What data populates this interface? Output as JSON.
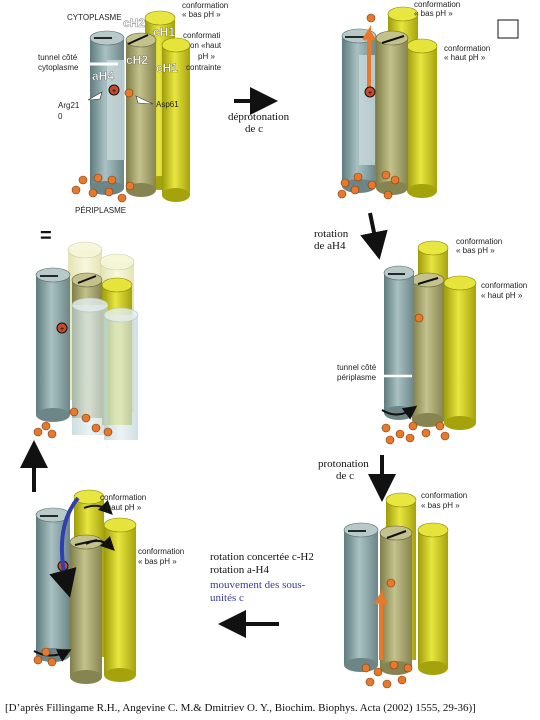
{
  "panel1": {
    "cytoplasme": "CYTOPLASME",
    "ch2_top": "cH2",
    "ch1_top": "cH1",
    "conf_bas1": "conformation",
    "conf_bas2": "« bas pH »",
    "conf_haut1": "conformati",
    "conf_haut2": "on «haut",
    "conf_haut3": "pH »",
    "conf_haut4": "contrainte",
    "tunnel1": "tunnel côté",
    "tunnel2": "cytoplasme",
    "ch2_mid": "cH2",
    "ch1_mid": "cH1",
    "ah4": "aH4",
    "arg1": "Arg21",
    "arg2": "0",
    "asp": "Asp61",
    "periplasme": "PÉRIPLASME"
  },
  "panel2": {
    "conf_bas1": "conformation",
    "conf_bas2": "« bas pH »",
    "conf_haut1": "conformation",
    "conf_haut2": "« haut pH »"
  },
  "panel3": {
    "conf_bas1": "conformation",
    "conf_bas2": "« bas pH »",
    "conf_haut1": "conformation",
    "conf_haut2": "« haut pH »",
    "tunnel1": "tunnel côté",
    "tunnel2": "périplasme"
  },
  "panel4": {
    "conf_bas1": "conformation",
    "conf_bas2": "« bas pH »"
  },
  "panel5": {
    "conf_haut1": "conformation",
    "conf_haut2": "« haut pH »",
    "conf_bas1": "conformation",
    "conf_bas2": "« bas pH »"
  },
  "steps": {
    "deprot1": "déprotonation",
    "deprot2": "de c",
    "rot1": "rotation",
    "rot2": "de aH4",
    "prot1": "protonation",
    "prot2": "de c",
    "conc1": "rotation concertée c-H2",
    "conc2": "rotation a-H4",
    "mouv1": "mouvement des sous-",
    "mouv2": "unités c"
  },
  "equals": "=",
  "citation": "[D’après Fillingame R.H., Angevine C. M.& Dmitriev O. Y., Biochim. Biophys. Acta (2002) 1555, 29-36)]",
  "colors": {
    "helix_a": "#8fa7a9",
    "helix_c_olive": "#a8a66a",
    "helix_yellow": "#d4d21a",
    "proton": "#e8782a"
  }
}
